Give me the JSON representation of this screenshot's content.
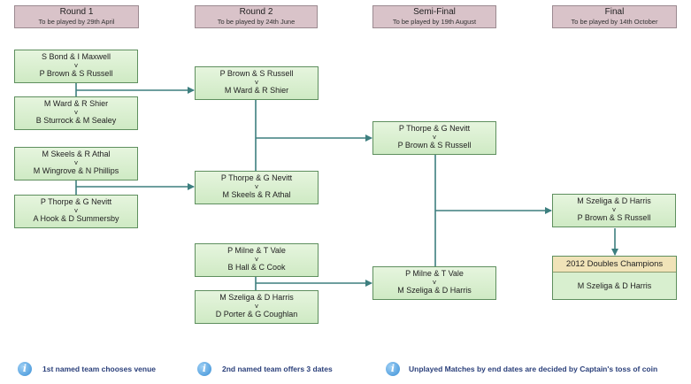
{
  "headers": [
    {
      "title": "Round 1",
      "sub": "To be played by 29th April"
    },
    {
      "title": "Round 2",
      "sub": "To be played by 24th June"
    },
    {
      "title": "Semi-Final",
      "sub": "To be played by 19th August"
    },
    {
      "title": "Final",
      "sub": "To be played by 14th October"
    }
  ],
  "vs": "v",
  "round1": [
    {
      "a": "S Bond & I Maxwell",
      "b": "P Brown & S Russell"
    },
    {
      "a": "M Ward & R Shier",
      "b": "B Sturrock & M Sealey"
    },
    {
      "a": "M Skeels & R Athal",
      "b": "M Wingrove & N Phillips"
    },
    {
      "a": "P Thorpe & G Nevitt",
      "b": "A Hook & D Summersby"
    }
  ],
  "round2": [
    {
      "a": "P Brown & S Russell",
      "b": "M Ward & R Shier"
    },
    {
      "a": "P Thorpe & G Nevitt",
      "b": "M Skeels & R Athal"
    },
    {
      "a": "P Milne & T Vale",
      "b": "B Hall & C Cook"
    },
    {
      "a": "M Szeliga & D Harris",
      "b": "D Porter & G Coughlan"
    }
  ],
  "semi": [
    {
      "a": "P Thorpe & G Nevitt",
      "b": "P Brown & S Russell"
    },
    {
      "a": "P Milne & T Vale",
      "b": "M Szeliga & D Harris"
    }
  ],
  "final": {
    "a": "M Szeliga & D Harris",
    "b": "P Brown & S Russell"
  },
  "champions": {
    "title": "2012 Doubles Champions",
    "team": "M Szeliga & D Harris"
  },
  "notes": [
    "1st named team chooses venue",
    "2nd named team offers 3 dates",
    "Unplayed Matches by end dates are decided by Captain's toss of coin"
  ]
}
